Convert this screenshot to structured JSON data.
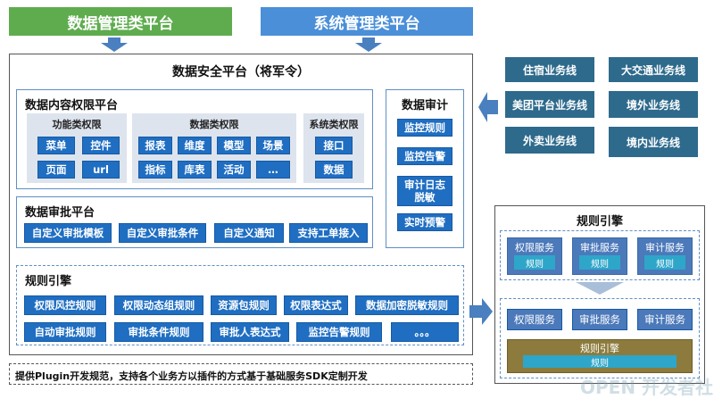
{
  "top": {
    "data_mgmt": "数据管理类平台",
    "sys_mgmt": "系统管理类平台"
  },
  "main_title": "数据安全平台（将军令）",
  "content_perm": {
    "title": "数据内容权限平台",
    "func": {
      "title": "功能类权限",
      "items": [
        "菜单",
        "控件",
        "页面",
        "url"
      ]
    },
    "data": {
      "title": "数据类权限",
      "items": [
        "报表",
        "维度",
        "模型",
        "场景",
        "指标",
        "库表",
        "活动",
        "…"
      ]
    },
    "sys": {
      "title": "系统类权限",
      "items": [
        "接口",
        "数据"
      ]
    }
  },
  "audit": {
    "title": "数据审计",
    "items": [
      "监控规则",
      "监控告警",
      "审计日志\n脱敏",
      "实时预警"
    ]
  },
  "approval": {
    "title": "数据审批平台",
    "items": [
      "自定义审批模板",
      "自定义审批条件",
      "自定义通知",
      "支持工单接入"
    ]
  },
  "rules": {
    "title": "规则引擎",
    "row1": [
      "权限风控规则",
      "权限动态组规则",
      "资源包规则",
      "权限表达式",
      "数据加密脱敏规则"
    ],
    "row2": [
      "自动审批规则",
      "审批条件规则",
      "审批人表达式",
      "监控告警规则",
      "。。。"
    ]
  },
  "footer": "提供Plugin开发规范，支持各个业务方以插件的方式基于基础服务SDK定制开发",
  "business": [
    "住宿业务线",
    "大交通业务线",
    "美团平台业务线",
    "境外业务线",
    "外卖业务线",
    "境内业务线"
  ],
  "engine": {
    "title": "规则引擎",
    "top_services": [
      {
        "label": "权限服务",
        "inner": "规则"
      },
      {
        "label": "审批服务",
        "inner": "规则"
      },
      {
        "label": "审计服务",
        "inner": "规则"
      }
    ],
    "bottom_services": [
      "权限服务",
      "审批服务",
      "审计服务"
    ],
    "engine_box": {
      "label": "规则引擎",
      "inner": "规则"
    }
  },
  "watermark": "OPEN 开发者社区",
  "colors": {
    "green": "#5fac4e",
    "blue": "#4a8fd8",
    "button": "#1f6ec2",
    "business": "#2e6a8c",
    "engine": "#8c7b3c"
  }
}
